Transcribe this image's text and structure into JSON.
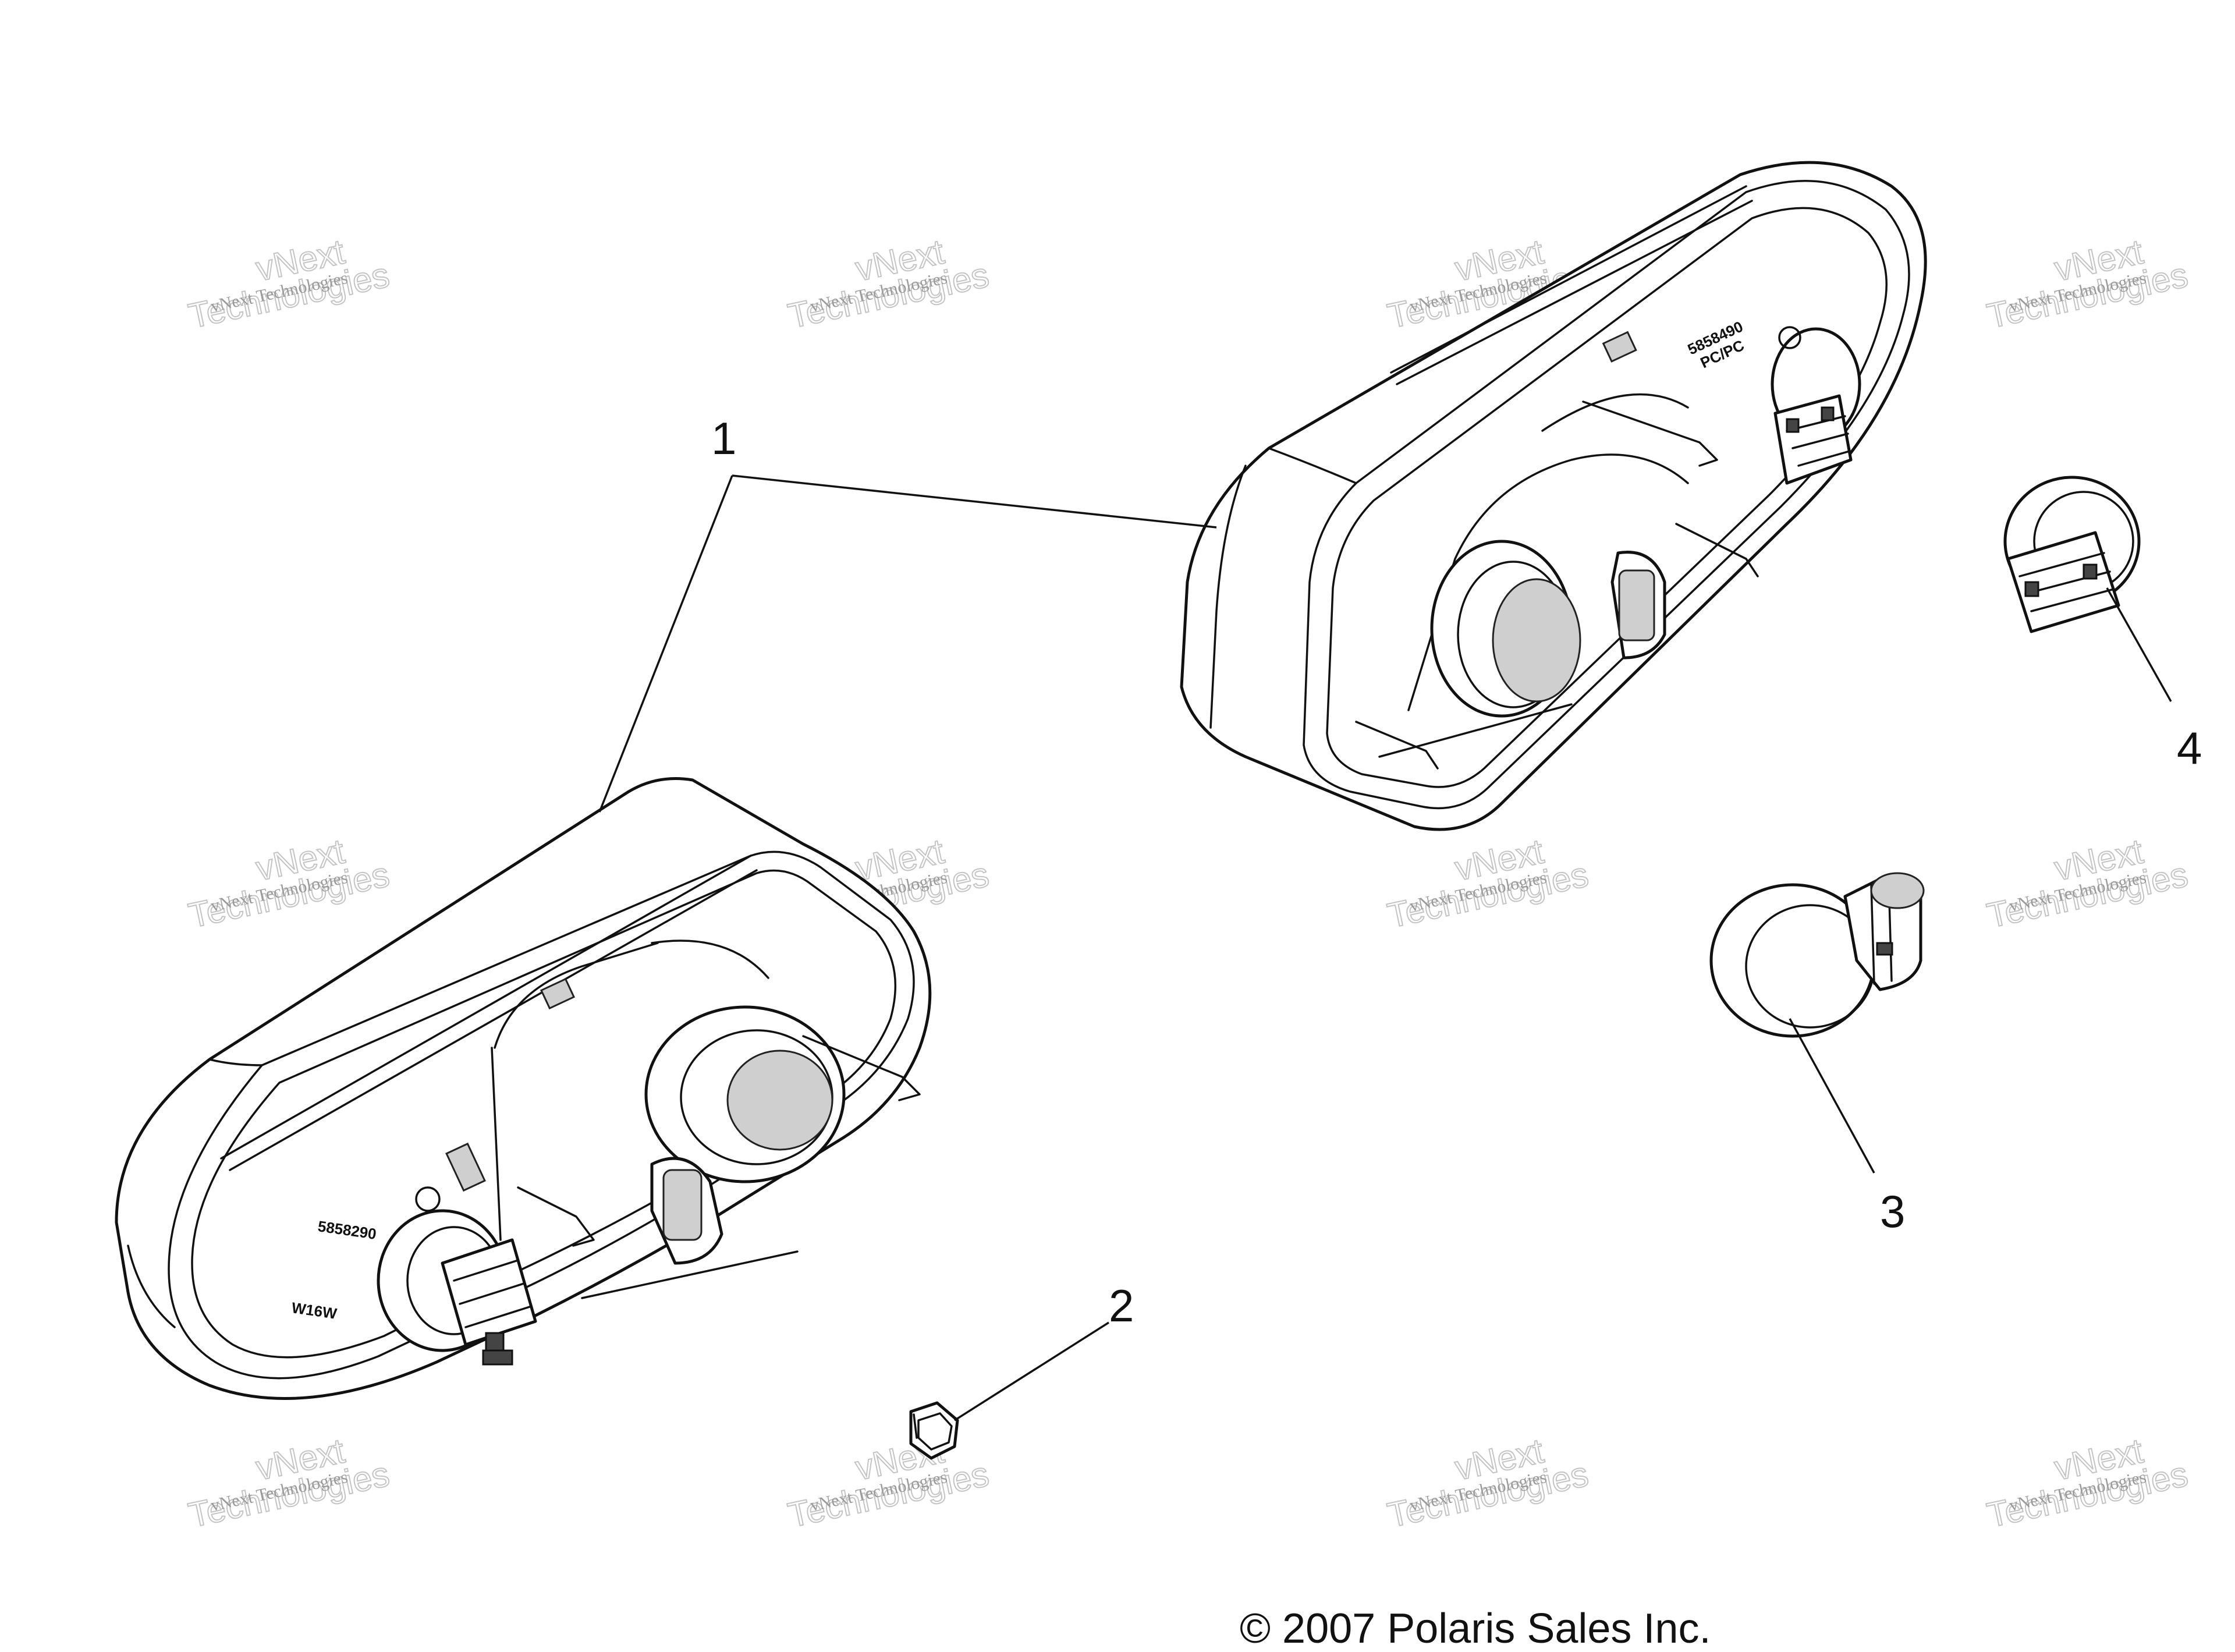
{
  "callouts": [
    "1",
    "2",
    "3",
    "4"
  ],
  "lens_markings": {
    "left_part_number": "5858290",
    "left_bulb": "W16W",
    "right_part_number": "5858490",
    "right_code": "PC/PC"
  },
  "watermark": {
    "line1": "vNext Technologies",
    "line2": "vNext",
    "line3": "Technologies"
  },
  "copyright": "© 2007 Polaris Sales Inc."
}
